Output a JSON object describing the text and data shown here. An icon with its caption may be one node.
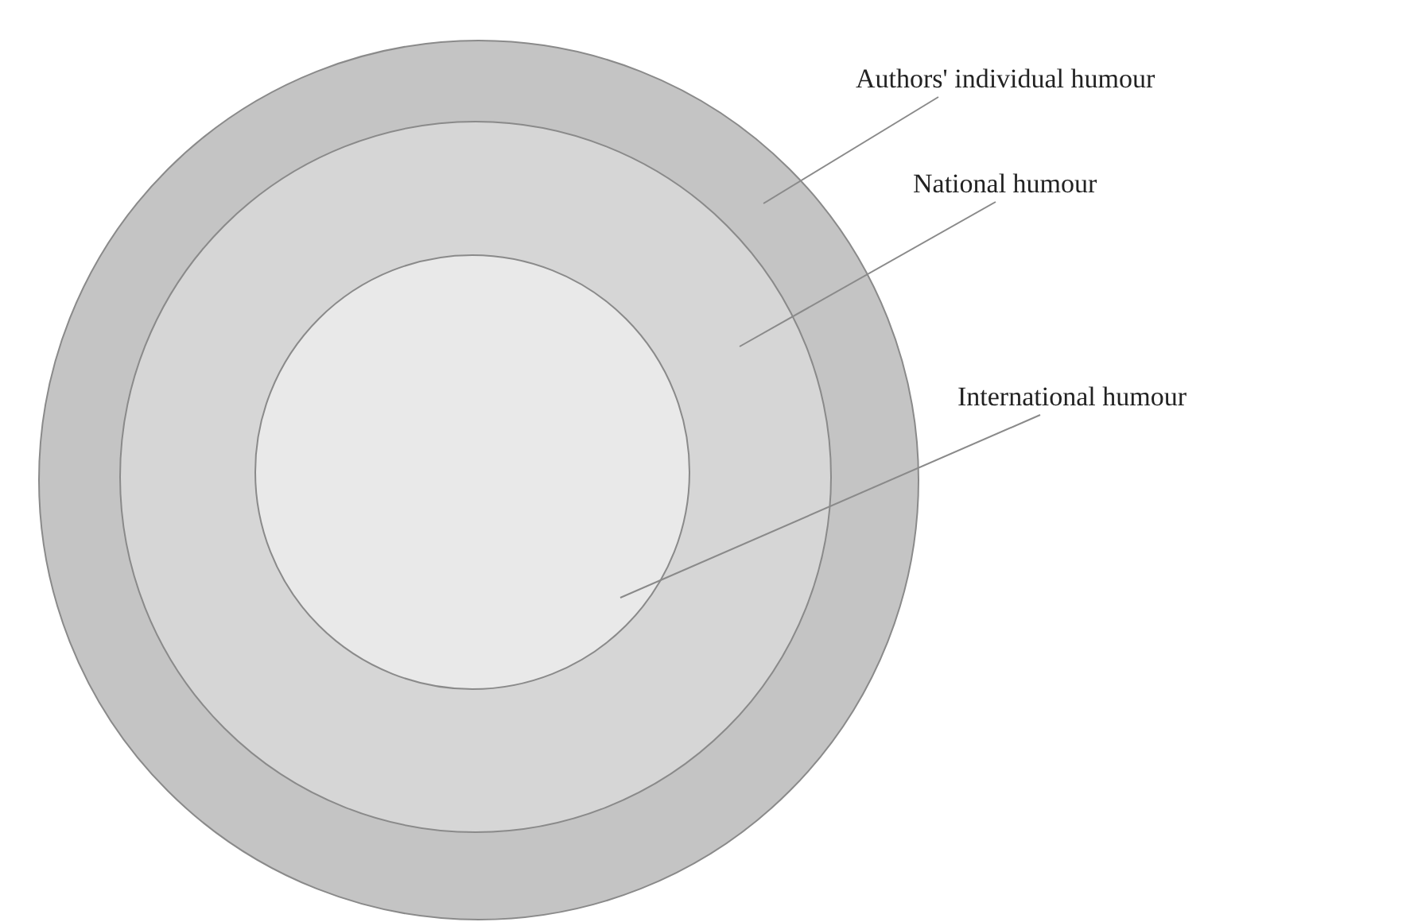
{
  "diagram": {
    "nodes": [
      {
        "text": [],
        "shape": "circle"
      },
      {
        "text": [],
        "shape": "circle",
        "in": 0
      },
      {
        "text": [],
        "shape": "circle",
        "in": 1
      },
      {
        "text": [
          "Authors' individual humour"
        ]
      },
      {
        "text": [
          "National humour"
        ]
      },
      {
        "text": [
          "International humour"
        ]
      }
    ],
    "edges": [
      {
        "from": 3,
        "to": 0,
        "arrow": "none"
      },
      {
        "from": 4,
        "to": 1,
        "arrow": "none"
      },
      {
        "from": 5,
        "to": 2,
        "arrow": "none"
      }
    ]
  }
}
